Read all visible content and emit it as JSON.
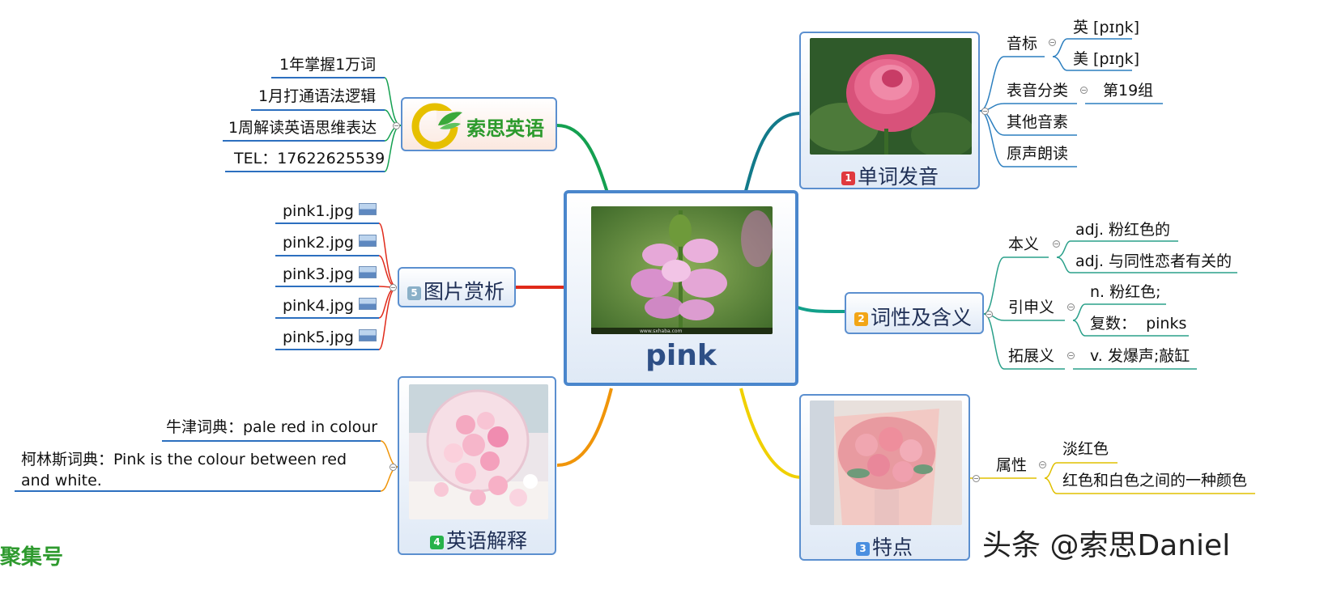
{
  "central": {
    "title": "pink",
    "photo": "pink-flower-photo",
    "photo_caption": "www.sxhaba.com"
  },
  "branch1": {
    "number": "1",
    "label": "单词发音",
    "badge_color": "#e0393e",
    "phonetic": {
      "label": "音标",
      "uk": "英 [pɪŋk]",
      "us": "美 [pɪŋk]"
    },
    "category": {
      "label": "表音分类",
      "value": "第19组"
    },
    "other": "其他音素",
    "reading": "原声朗读"
  },
  "branch2": {
    "number": "2",
    "label": "词性及含义",
    "badge_color": "#f2a516",
    "base": {
      "label": "本义",
      "items": [
        "adj. 粉红色的",
        "adj. 与同性恋者有关的"
      ]
    },
    "extended": {
      "label": "引申义",
      "items": [
        "n. 粉红色;",
        "复数：  pinks"
      ]
    },
    "expanded": {
      "label": "拓展义",
      "items": [
        "v. 发爆声;敲缸"
      ]
    }
  },
  "branch3": {
    "number": "3",
    "label": "特点",
    "badge_color": "#4a8fe0",
    "attr": {
      "label": "属性",
      "items": [
        "淡红色",
        "红色和白色之间的一种颜色"
      ]
    }
  },
  "branch4": {
    "number": "4",
    "label": "英语解释",
    "badge_color": "#27b24a",
    "items": [
      "牛津词典：pale red in colour",
      "柯林斯词典：Pink is the colour between red and white."
    ]
  },
  "branch5": {
    "number": "5",
    "label": "图片赏析",
    "badge_color": "#8ab0c8",
    "files": [
      "pink1.jpg",
      "pink2.jpg",
      "pink3.jpg",
      "pink4.jpg",
      "pink5.jpg"
    ]
  },
  "brand": {
    "logo_text": "索思英语",
    "items": [
      "1年掌握1万词",
      "1月打通语法逻辑",
      "1周解读英语思维表达",
      "TEL：17622625539"
    ]
  },
  "watermarks": {
    "left": "聚集号",
    "right": "头条 @索思Daniel"
  }
}
